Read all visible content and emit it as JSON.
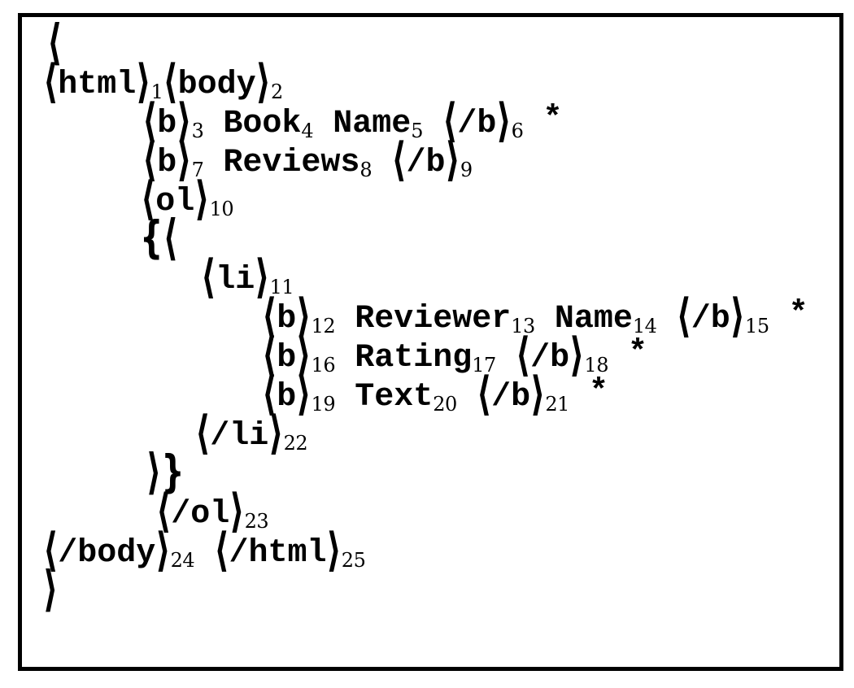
{
  "colors": {
    "background": "#ffffff",
    "text": "#000000",
    "border": "#000000"
  },
  "figure": {
    "kind": "html-template-grammar",
    "lines": [
      {
        "indent": 5,
        "tokens": [
          {
            "type": "sym",
            "v": "⟨"
          }
        ]
      },
      {
        "indent": 0,
        "tokens": [
          {
            "type": "tag",
            "name": "html",
            "sub": "1"
          },
          {
            "type": "tag",
            "name": "body",
            "sub": "2"
          }
        ]
      },
      {
        "indent": 122,
        "tokens": [
          {
            "type": "tag",
            "name": "b",
            "sub": "3"
          },
          {
            "type": "word",
            "v": "Book",
            "sub": "4",
            "sp": true
          },
          {
            "type": "word",
            "v": "Name",
            "sub": "5",
            "sp": true
          },
          {
            "type": "tag",
            "name": "/b",
            "sub": "6",
            "sp": true
          },
          {
            "type": "star",
            "sp": true
          }
        ]
      },
      {
        "indent": 122,
        "tokens": [
          {
            "type": "tag",
            "name": "b",
            "sub": "7"
          },
          {
            "type": "word",
            "v": "Reviews",
            "sub": "8",
            "sp": true
          },
          {
            "type": "tag",
            "name": "/b",
            "sub": "9",
            "sp": true
          }
        ]
      },
      {
        "indent": 120,
        "tokens": [
          {
            "type": "tag",
            "name": "ol",
            "sub": "10"
          }
        ]
      },
      {
        "indent": 119,
        "tokens": [
          {
            "type": "brace",
            "v": "{"
          },
          {
            "type": "sym",
            "v": "⟨"
          }
        ]
      },
      {
        "indent": 194,
        "tokens": [
          {
            "type": "tag",
            "name": "li",
            "sub": "11"
          }
        ]
      },
      {
        "indent": 269,
        "tokens": [
          {
            "type": "tag",
            "name": "b",
            "sub": "12"
          },
          {
            "type": "word",
            "v": "Reviewer",
            "sub": "13",
            "sp": true
          },
          {
            "type": "word",
            "v": "Name",
            "sub": "14",
            "sp": true
          },
          {
            "type": "tag",
            "name": "/b",
            "sub": "15",
            "sp": true
          },
          {
            "type": "star",
            "sp": true
          }
        ]
      },
      {
        "indent": 269,
        "tokens": [
          {
            "type": "tag",
            "name": "b",
            "sub": "16"
          },
          {
            "type": "word",
            "v": "Rating",
            "sub": "17",
            "sp": true
          },
          {
            "type": "tag",
            "name": "/b",
            "sub": "18",
            "sp": true
          },
          {
            "type": "star",
            "sp": true
          }
        ]
      },
      {
        "indent": 269,
        "tokens": [
          {
            "type": "tag",
            "name": "b",
            "sub": "19"
          },
          {
            "type": "word",
            "v": "Text",
            "sub": "20",
            "sp": true
          },
          {
            "type": "tag",
            "name": "/b",
            "sub": "21",
            "sp": true
          },
          {
            "type": "star",
            "sp": true
          }
        ]
      },
      {
        "indent": 187,
        "tokens": [
          {
            "type": "tag",
            "name": "/li",
            "sub": "22"
          }
        ]
      },
      {
        "indent": 127,
        "tokens": [
          {
            "type": "sym",
            "v": "⟩"
          },
          {
            "type": "brace",
            "v": "}"
          }
        ]
      },
      {
        "indent": 139,
        "tokens": [
          {
            "type": "tag",
            "name": "/ol",
            "sub": "23"
          }
        ]
      },
      {
        "indent": 0,
        "tokens": [
          {
            "type": "tag",
            "name": "/body",
            "sub": "24"
          },
          {
            "type": "tag",
            "name": "/html",
            "sub": "25",
            "sp": true
          }
        ]
      },
      {
        "indent": 0,
        "tokens": [
          {
            "type": "sym",
            "v": "⟩"
          }
        ]
      }
    ]
  }
}
